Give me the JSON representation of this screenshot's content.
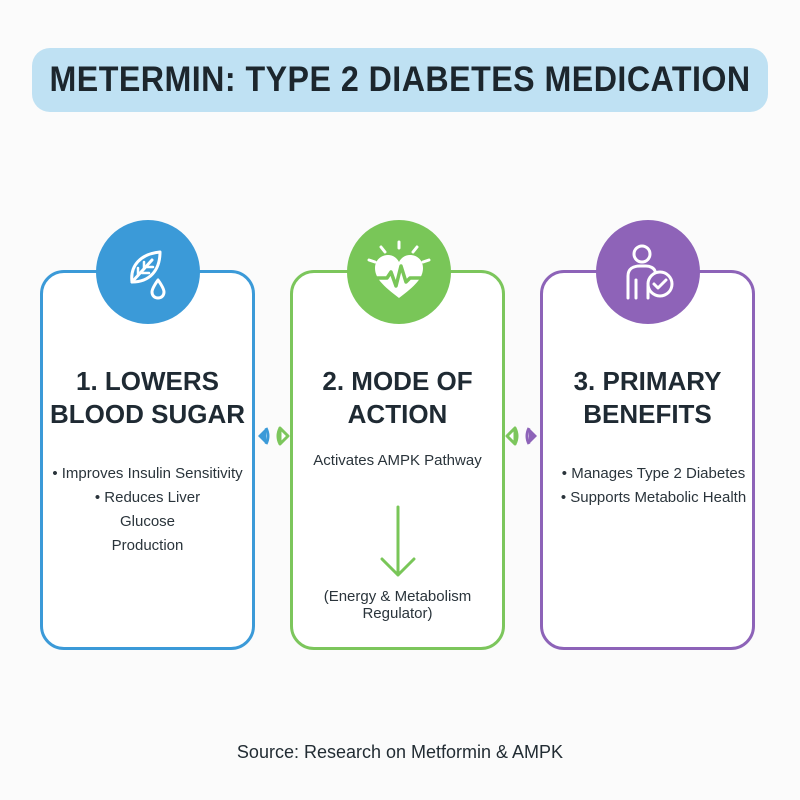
{
  "title": "METERMIN: TYPE 2 DIABETES MEDICATION",
  "colors": {
    "banner": "#bfe1f3",
    "card1": "#3b9ad8",
    "card2": "#7cc65c",
    "card3": "#8d63b8"
  },
  "cards": [
    {
      "heading_line1": "1. LOWERS",
      "heading_line2": "BLOOD SUGAR",
      "icon": "leaf-droplet-icon",
      "bullets": [
        "Improves Insulin Sensitivity",
        "Reduces Liver Glucose Production"
      ]
    },
    {
      "heading_line1": "2. MODE OF",
      "heading_line2": "ACTION",
      "icon": "heart-pulse-icon",
      "line1": "Activates AMPK Pathway",
      "line2": "(Energy & Metabolism Regulator)"
    },
    {
      "heading_line1": "3. PRIMARY",
      "heading_line2": "BENEFITS",
      "icon": "person-check-icon",
      "bullets": [
        "Manages Type 2 Diabetes",
        "Supports Metabolic Health"
      ]
    }
  ],
  "source": "Source: Research on Metformin & AMPK"
}
